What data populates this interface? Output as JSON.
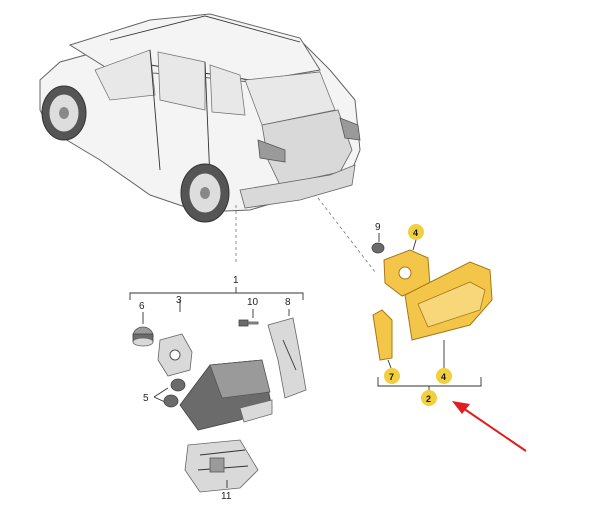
{
  "callouts": {
    "assembly": "1",
    "bracket": "2",
    "holder": "3",
    "cover": "4",
    "cover_top": "4",
    "screw_pair": "5",
    "bulb_socket": "6",
    "seal": "7",
    "frame": "8",
    "nut": "9",
    "bolt": "10",
    "lamp_carrier": "11"
  },
  "colors": {
    "highlight_fill": "#f3c64a",
    "highlight_badge": "#f2cf3f",
    "arrow": "#e01e1e",
    "line": "#333333"
  },
  "icons": {
    "pointer": "red-arrow-icon"
  }
}
